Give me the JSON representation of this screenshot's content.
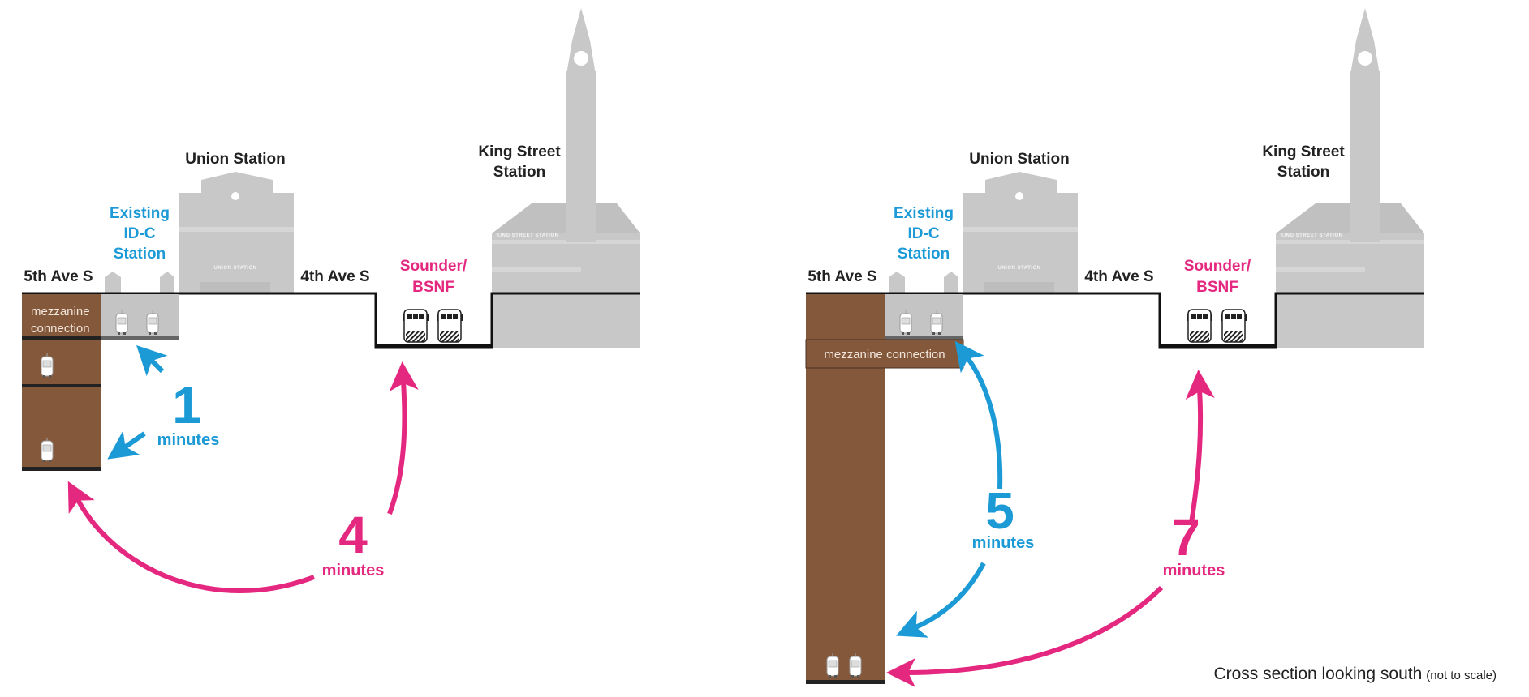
{
  "caption": {
    "main": "Cross section looking south",
    "note": "(not to scale)"
  },
  "colors": {
    "walk_to_idc": "#1b9ad6",
    "walk_to_sounder": "#e5287f",
    "underground": "#84583a",
    "buildings": "#c8c8c8"
  },
  "panels": [
    {
      "labels": {
        "union_station": "Union Station",
        "king_street_1": "King Street",
        "king_street_2": "Station",
        "idc_1": "Existing",
        "idc_2": "ID-C",
        "idc_3": "Station",
        "fifth_ave": "5th Ave S",
        "fourth_ave": "4th Ave S",
        "sounder_1": "Sounder/",
        "sounder_2": "BSNF",
        "mezzanine_1": "mezzanine",
        "mezzanine_2": "connection",
        "union_sign": "UNION STATION",
        "king_sign": "KING STREET STATION"
      },
      "idc_time": {
        "value": "1",
        "unit": "minutes"
      },
      "sounder_time": {
        "value": "4",
        "unit": "minutes"
      }
    },
    {
      "labels": {
        "union_station": "Union Station",
        "king_street_1": "King Street",
        "king_street_2": "Station",
        "idc_1": "Existing",
        "idc_2": "ID-C",
        "idc_3": "Station",
        "fifth_ave": "5th Ave S",
        "fourth_ave": "4th Ave S",
        "sounder_1": "Sounder/",
        "sounder_2": "BSNF",
        "mezzanine": "mezzanine connection",
        "union_sign": "UNION STATION",
        "king_sign": "KING STREET STATION"
      },
      "idc_time": {
        "value": "5",
        "unit": "minutes"
      },
      "sounder_time": {
        "value": "7",
        "unit": "minutes"
      }
    }
  ]
}
